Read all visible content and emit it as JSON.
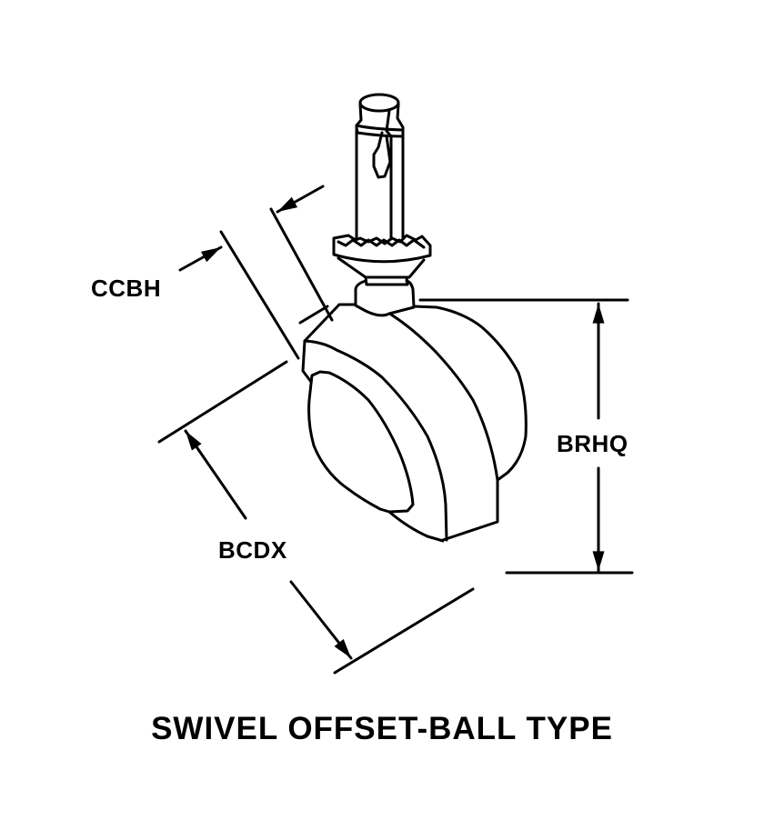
{
  "diagram": {
    "title": "SWIVEL OFFSET-BALL TYPE",
    "labels": {
      "ccbh": "CCBH",
      "bcdx": "BCDX",
      "brhq": "BRHQ"
    },
    "line_color": "#000000",
    "background": "#ffffff"
  }
}
